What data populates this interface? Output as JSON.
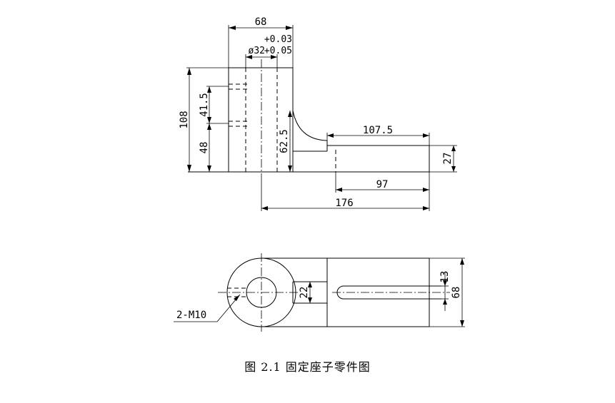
{
  "colors": {
    "line": "#000000",
    "tolerance": "#3a3aff"
  },
  "front_view": {
    "dim_width_top": "68",
    "dim_upper_tol": "+0.03",
    "dim_lower_tol": "+0.05",
    "dim_diameter": "ø32",
    "dim_overall_height": "108",
    "dim_hole_upper": "41.5",
    "dim_hole_lower": "48",
    "dim_rib_height": "62.5",
    "dim_arm_length": "107.5",
    "dim_arm_thickness": "27",
    "dim_slot_length": "97",
    "dim_total_length": "176"
  },
  "top_view": {
    "dim_neck_width": "22",
    "dim_slot_width": "13",
    "dim_width": "68",
    "thread_note": "2-M10"
  },
  "caption": "图 2.1 固定座子零件图"
}
